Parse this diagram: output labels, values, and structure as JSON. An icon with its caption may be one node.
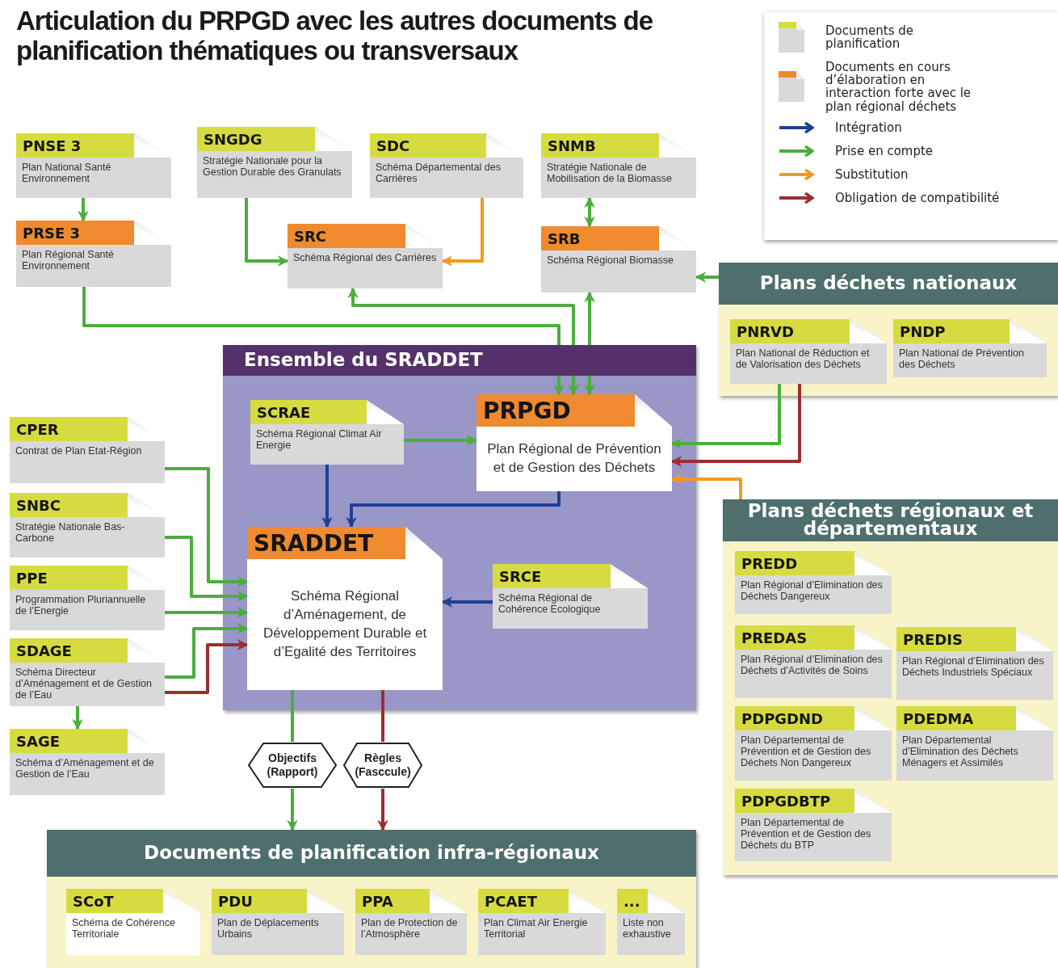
{
  "diagram": {
    "title": "Articulation du PRPGD avec les autres documents de planification thématiques ou transversaux",
    "nodes": [
      {
        "text": [
          "PNSE 3",
          "Plan National Santé Environnement"
        ]
      },
      {
        "text": [
          "SNGDG",
          "Stratégie Nationale pour la Gestion Durable des Granulats"
        ]
      },
      {
        "text": [
          "SDC",
          "Schéma Départemental des Carrières"
        ]
      },
      {
        "text": [
          "SNMB",
          "Stratégie Nationale de Mobilisation de la Biomasse"
        ]
      },
      {
        "text": [
          "PRSE 3",
          "Plan Régional Santé Environnement"
        ]
      },
      {
        "text": [
          "SRC",
          "Schéma Régional des Carrières"
        ]
      },
      {
        "text": [
          "SRB",
          "Schéma Régional Biomasse"
        ]
      },
      {
        "text": [
          "Plans déchets nationaux"
        ]
      },
      {
        "text": [
          "PNRVD",
          "Plan National de Réduction et de Valorisation des Déchets"
        ],
        "in": 7
      },
      {
        "text": [
          "PNDP",
          "Plan National de Prévention des Déchets"
        ],
        "in": 7
      },
      {
        "text": [
          "Ensemble du SRADDET"
        ]
      },
      {
        "text": [
          "SCRAE",
          "Schéma Régional Climat Air Energie"
        ],
        "in": 10
      },
      {
        "text": [
          "PRPGD",
          "Plan Régional de Prévention et de Gestion des Déchets"
        ],
        "in": 10
      },
      {
        "text": [
          "SRADDET",
          "Schéma Régional d’Aménagement, de Développement Durable et d’Egalité des Territoires"
        ],
        "in": 10
      },
      {
        "text": [
          "SRCE",
          "Schéma Régional de Cohérence Ecologique"
        ],
        "in": 10
      },
      {
        "text": [
          "CPER",
          "Contrat de Plan Etat-Région"
        ]
      },
      {
        "text": [
          "SNBC",
          "Stratégie Nationale Bas-Carbone"
        ]
      },
      {
        "text": [
          "PPE",
          "Programmation Pluriannuelle de l’Energie"
        ]
      },
      {
        "text": [
          "SDAGE",
          "Schéma Directeur d’Aménagement et de Gestion de l’Eau"
        ]
      },
      {
        "text": [
          "SAGE",
          "Schéma d’Aménagement et de Gestion de l’Eau"
        ]
      },
      {
        "text": [
          "Plans déchets régionaux et départementaux"
        ]
      },
      {
        "text": [
          "PREDD",
          "Plan Régional d’Elimination des Déchets Dangereux"
        ],
        "in": 20
      },
      {
        "text": [
          "PREDAS",
          "Plan Régional d’Elimination des Déchets d’Activités de Soins"
        ],
        "in": 20
      },
      {
        "text": [
          "PREDIS",
          "Plan Régional d’Elimination des Déchets Industriels Spéciaux"
        ],
        "in": 20
      },
      {
        "text": [
          "PDPGDND",
          "Plan Départemental de Prévention et de Gestion des Déchets Non Dangereux"
        ],
        "in": 20
      },
      {
        "text": [
          "PDEDMA",
          "Plan Départemental d’Elimination des Déchets Ménagers et Assimilés"
        ],
        "in": 20
      },
      {
        "text": [
          "PDPGDBTP",
          "Plan Départemental de Prévention et de Gestion des Déchets du BTP"
        ],
        "in": 20
      },
      {
        "text": [
          "Objectifs (Rapport)"
        ]
      },
      {
        "text": [
          "Règles (Fasccule)"
        ]
      },
      {
        "text": [
          "Documents de planification infra-régionaux"
        ]
      },
      {
        "text": [
          "SCoT",
          "Schéma de Cohérence Territoriale"
        ],
        "in": 29
      },
      {
        "text": [
          "PDU",
          "Plan de Déplacements Urbains"
        ],
        "in": 29
      },
      {
        "text": [
          "PPA",
          "Plan de Protection de l’Atmosphère"
        ],
        "in": 29
      },
      {
        "text": [
          "PCAET",
          "Plan Climat Air Energie Territorial"
        ],
        "in": 29
      },
      {
        "text": [
          "...",
          "Liste non exhaustive"
        ],
        "in": 29
      }
    ],
    "edges": [
      {
        "from": 0,
        "to": 4,
        "arrow": "to"
      },
      {
        "from": 1,
        "to": 5,
        "arrow": "to"
      },
      {
        "from": 2,
        "to": 5,
        "arrow": "to",
        "color": "#f39a1e"
      },
      {
        "from": 3,
        "to": 6,
        "arrow": "both"
      },
      {
        "from": 4,
        "to": 12,
        "arrow": "to"
      },
      {
        "from": 5,
        "to": 12,
        "arrow": "both"
      },
      {
        "from": 6,
        "to": 12,
        "arrow": "both"
      },
      {
        "from": 7,
        "to": 6,
        "arrow": "to"
      },
      {
        "from": 8,
        "to": 12,
        "arrow": "to"
      },
      {
        "from": 8,
        "to": 12,
        "arrow": "to",
        "color": "#9b2f2f"
      },
      {
        "from": 20,
        "to": 12,
        "arrow": "to",
        "color": "#f39a1e"
      },
      {
        "from": 11,
        "to": 12,
        "arrow": "to"
      },
      {
        "from": 11,
        "to": 13,
        "arrow": "to",
        "color": "#1f3f95"
      },
      {
        "from": 12,
        "to": 13,
        "arrow": "to",
        "color": "#1f3f95"
      },
      {
        "from": 14,
        "to": 13,
        "arrow": "to",
        "color": "#1f3f95"
      },
      {
        "from": 15,
        "to": 13,
        "arrow": "to"
      },
      {
        "from": 16,
        "to": 13,
        "arrow": "to"
      },
      {
        "from": 17,
        "to": 13,
        "arrow": "to"
      },
      {
        "from": 18,
        "to": 13,
        "arrow": "to"
      },
      {
        "from": 18,
        "to": 13,
        "arrow": "to",
        "color": "#9b2f2f"
      },
      {
        "from": 18,
        "to": 19,
        "arrow": "to"
      },
      {
        "from": 13,
        "to": 27,
        "arrow": "none"
      },
      {
        "from": 27,
        "to": 29,
        "arrow": "to"
      },
      {
        "from": 13,
        "to": 28,
        "arrow": "none",
        "color": "#9b2f2f"
      },
      {
        "from": 28,
        "to": 29,
        "arrow": "to",
        "color": "#9b2f2f"
      }
    ],
    "legend": [
      {
        "text": "Documents de planification",
        "color": "#d6dc3f"
      },
      {
        "text": "Documents en cours d’élaboration en interaction forte avec le plan régional déchets",
        "color": "#ef8a2e"
      },
      {
        "text": "Intégration"
      },
      {
        "text": "Prise en compte"
      },
      {
        "text": "Substitution"
      },
      {
        "text": "Obligation de compatibilité"
      }
    ]
  }
}
